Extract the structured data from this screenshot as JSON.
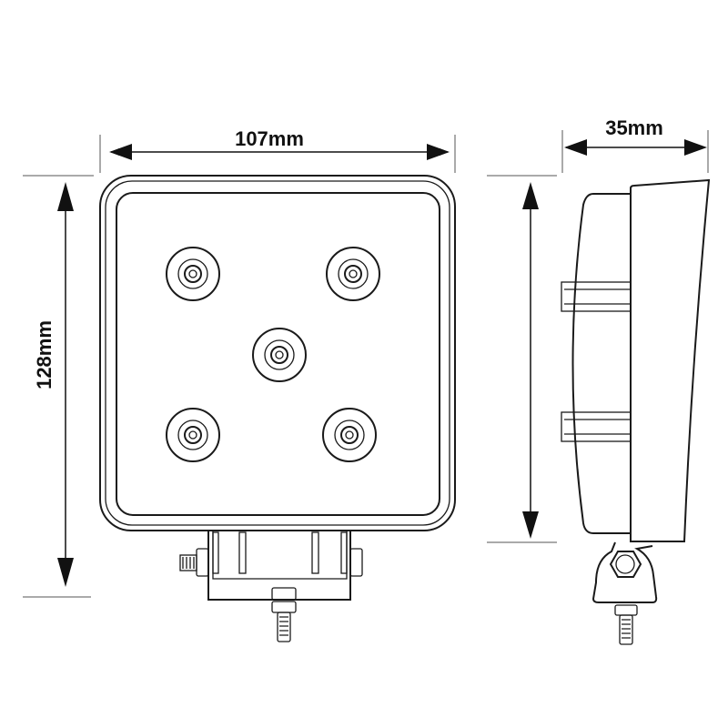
{
  "dimensions": {
    "width_label": "107mm",
    "height_label": "128mm",
    "depth_label": "35mm"
  },
  "drawing": {
    "led_count": 5,
    "line_color": "#1a1a1a",
    "dimension_color": "#555555"
  }
}
